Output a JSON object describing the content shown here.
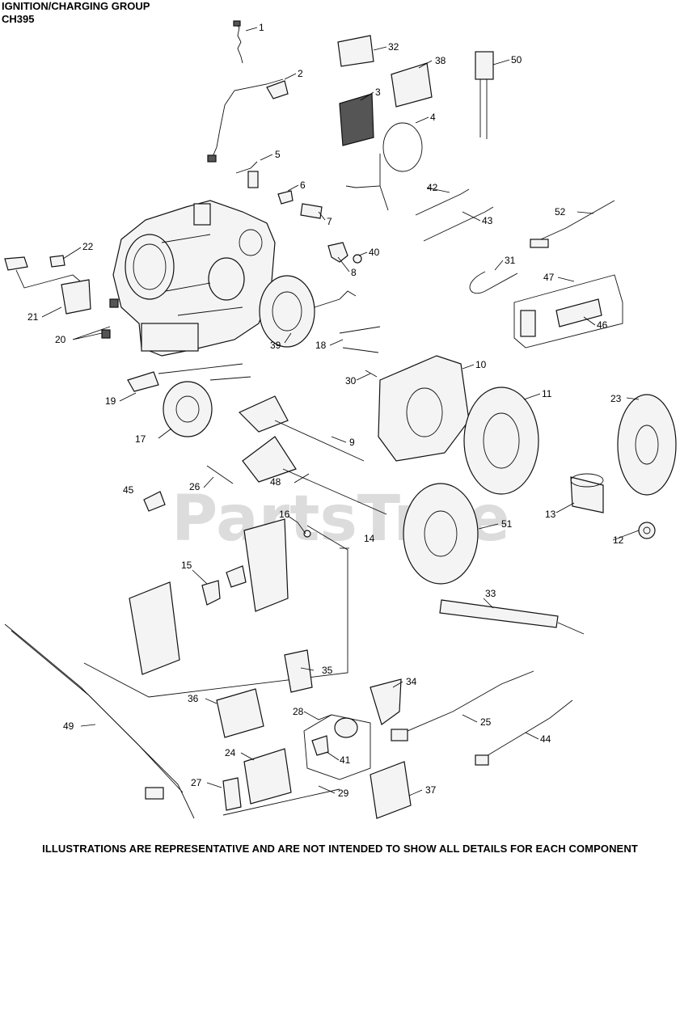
{
  "header": {
    "title": "IGNITION/CHARGING GROUP",
    "model": "CH395"
  },
  "watermark": "PartsTree",
  "footer": "ILLUSTRATIONS ARE REPRESENTATIVE AND ARE NOT INTENDED TO SHOW ALL DETAILS FOR EACH COMPONENT",
  "callouts": [
    "1",
    "2",
    "3",
    "4",
    "5",
    "6",
    "7",
    "8",
    "9",
    "10",
    "11",
    "12",
    "13",
    "14",
    "15",
    "16",
    "17",
    "18",
    "19",
    "20",
    "21",
    "22",
    "23",
    "24",
    "25",
    "26",
    "27",
    "28",
    "29",
    "30",
    "31",
    "32",
    "33",
    "34",
    "35",
    "36",
    "37",
    "38",
    "39",
    "40",
    "41",
    "42",
    "43",
    "44",
    "45",
    "46",
    "47",
    "48",
    "49",
    "50",
    "51",
    "52"
  ]
}
